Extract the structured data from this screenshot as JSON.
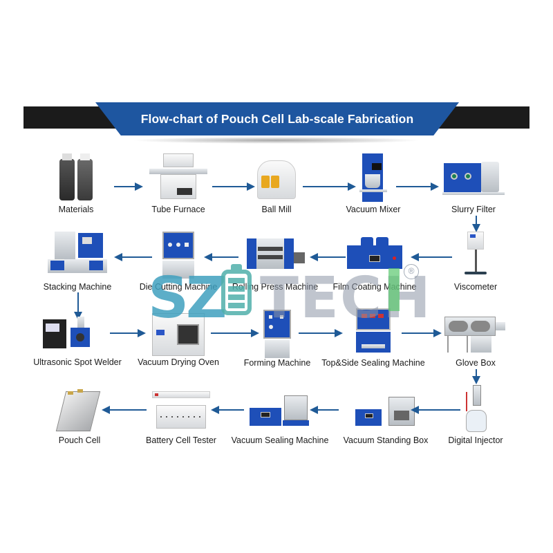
{
  "title": "Flow-chart of Pouch Cell Lab-scale Fabrication",
  "colors": {
    "banner_blue": "#1e56a0",
    "banner_bar": "#1b1b1b",
    "arrow": "#1f5a96",
    "equipment_blue": "#1e4fb8"
  },
  "watermark": {
    "left": "SZ",
    "right": "TECH",
    "mark": "®",
    "icon": "battery-icon"
  },
  "steps": [
    {
      "id": 1,
      "label": "Materials",
      "row": 1
    },
    {
      "id": 2,
      "label": "Tube Furnace",
      "row": 1
    },
    {
      "id": 3,
      "label": "Ball Mill",
      "row": 1
    },
    {
      "id": 4,
      "label": "Vacuum Mixer",
      "row": 1
    },
    {
      "id": 5,
      "label": "Slurry Filter",
      "row": 1
    },
    {
      "id": 6,
      "label": "Viscometer",
      "row": 2
    },
    {
      "id": 7,
      "label": "Film Coating Machine",
      "row": 2
    },
    {
      "id": 8,
      "label": "Rolling Press Machine",
      "row": 2
    },
    {
      "id": 9,
      "label": "Die Cutting Machine",
      "row": 2
    },
    {
      "id": 10,
      "label": "Stacking Machine",
      "row": 2
    },
    {
      "id": 11,
      "label": "Ultrasonic Spot Welder",
      "row": 3
    },
    {
      "id": 12,
      "label": "Vacuum Drying Oven",
      "row": 3
    },
    {
      "id": 13,
      "label": "Forming Machine",
      "row": 3
    },
    {
      "id": 14,
      "label": "Top&Side Sealing Machine",
      "row": 3
    },
    {
      "id": 15,
      "label": "Glove Box",
      "row": 3
    },
    {
      "id": 16,
      "label": "Digital Injector",
      "row": 4
    },
    {
      "id": 17,
      "label": "Vacuum Standing Box",
      "row": 4
    },
    {
      "id": 18,
      "label": "Vacuum Sealing Machine",
      "row": 4
    },
    {
      "id": 19,
      "label": "Battery Cell Tester",
      "row": 4
    },
    {
      "id": 20,
      "label": "Pouch Cell",
      "row": 4
    }
  ],
  "flow": [
    "Materials → Tube Furnace → Ball Mill → Vacuum Mixer → Slurry Filter",
    "Slurry Filter ↓ Viscometer",
    "Viscometer → Film Coating Machine → Rolling Press Machine → Die Cutting Machine → Stacking Machine",
    "Stacking Machine ↓ Ultrasonic Spot Welder",
    "Ultrasonic Spot Welder → Vacuum Drying Oven → Forming Machine → Top&Side Sealing Machine → Glove Box",
    "Glove Box ↓ Digital Injector",
    "Digital Injector → Vacuum Standing Box → Vacuum Sealing Machine → Battery Cell Tester → Pouch Cell"
  ]
}
